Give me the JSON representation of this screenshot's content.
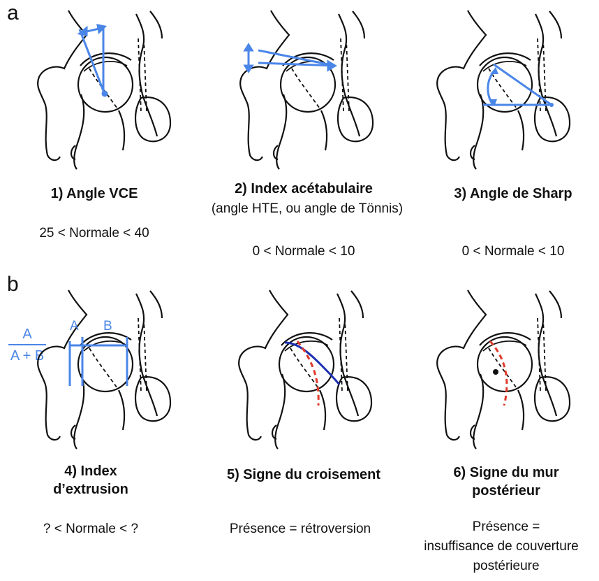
{
  "section_a": {
    "letter": "a",
    "items": [
      {
        "title": "1) Angle VCE",
        "subtitle": "",
        "range": "25 < Normale < 40"
      },
      {
        "title": "2) Index acétabulaire",
        "subtitle": "(angle HTE, ou angle de Tönnis)",
        "range": "0 < Normale < 10"
      },
      {
        "title": "3) Angle de Sharp",
        "subtitle": "",
        "range": "0 < Normale < 10"
      }
    ]
  },
  "section_b": {
    "letter": "b",
    "items": [
      {
        "title_line1": "4) Index",
        "title_line2": "d’extrusion",
        "range_line1": "? < Normale < ?",
        "range_line2": "",
        "range_line3": ""
      },
      {
        "title_line1": "5) Signe du croisement",
        "title_line2": "",
        "range_line1": "Présence = rétroversion",
        "range_line2": "",
        "range_line3": ""
      },
      {
        "title_line1": "6) Signe du mur",
        "title_line2": "postérieur",
        "range_line1": "Présence =",
        "range_line2": "insuffisance de couverture",
        "range_line3": "postérieure"
      }
    ],
    "extrusion_labels": {
      "numerator": "A",
      "denominator": "A + B",
      "label_a": "A",
      "label_b": "B"
    }
  },
  "colors": {
    "annotation_blue": "#4a86e8",
    "crossing_navy": "#1c2fb0",
    "dashed_red": "#e03a2a",
    "outline": "#111111"
  }
}
